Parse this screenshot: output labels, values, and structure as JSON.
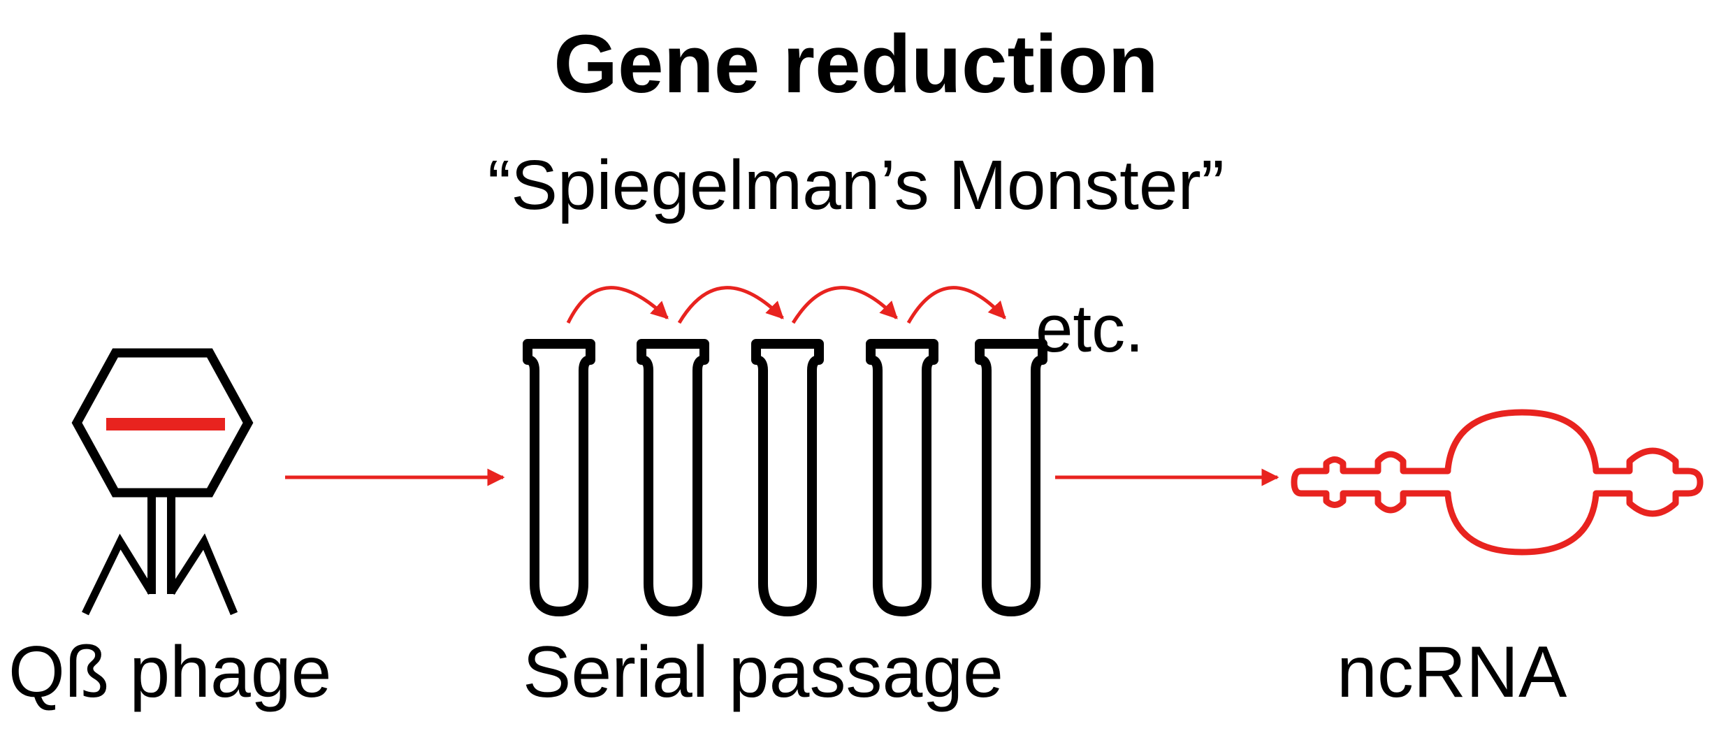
{
  "title": "Gene reduction",
  "subtitle": "“Spiegelman’s Monster”",
  "labels": {
    "phage": "Qß phage",
    "serial": "Serial passage",
    "ncrna": "ncRNA",
    "etc": "etc."
  },
  "icons": {
    "phage": "bacteriophage-icon",
    "tubes": "test-tube-icon",
    "rna": "ncrna-structure-icon"
  },
  "colors": {
    "accent": "#e8231f",
    "outline": "#000000",
    "background": "#ffffff"
  }
}
